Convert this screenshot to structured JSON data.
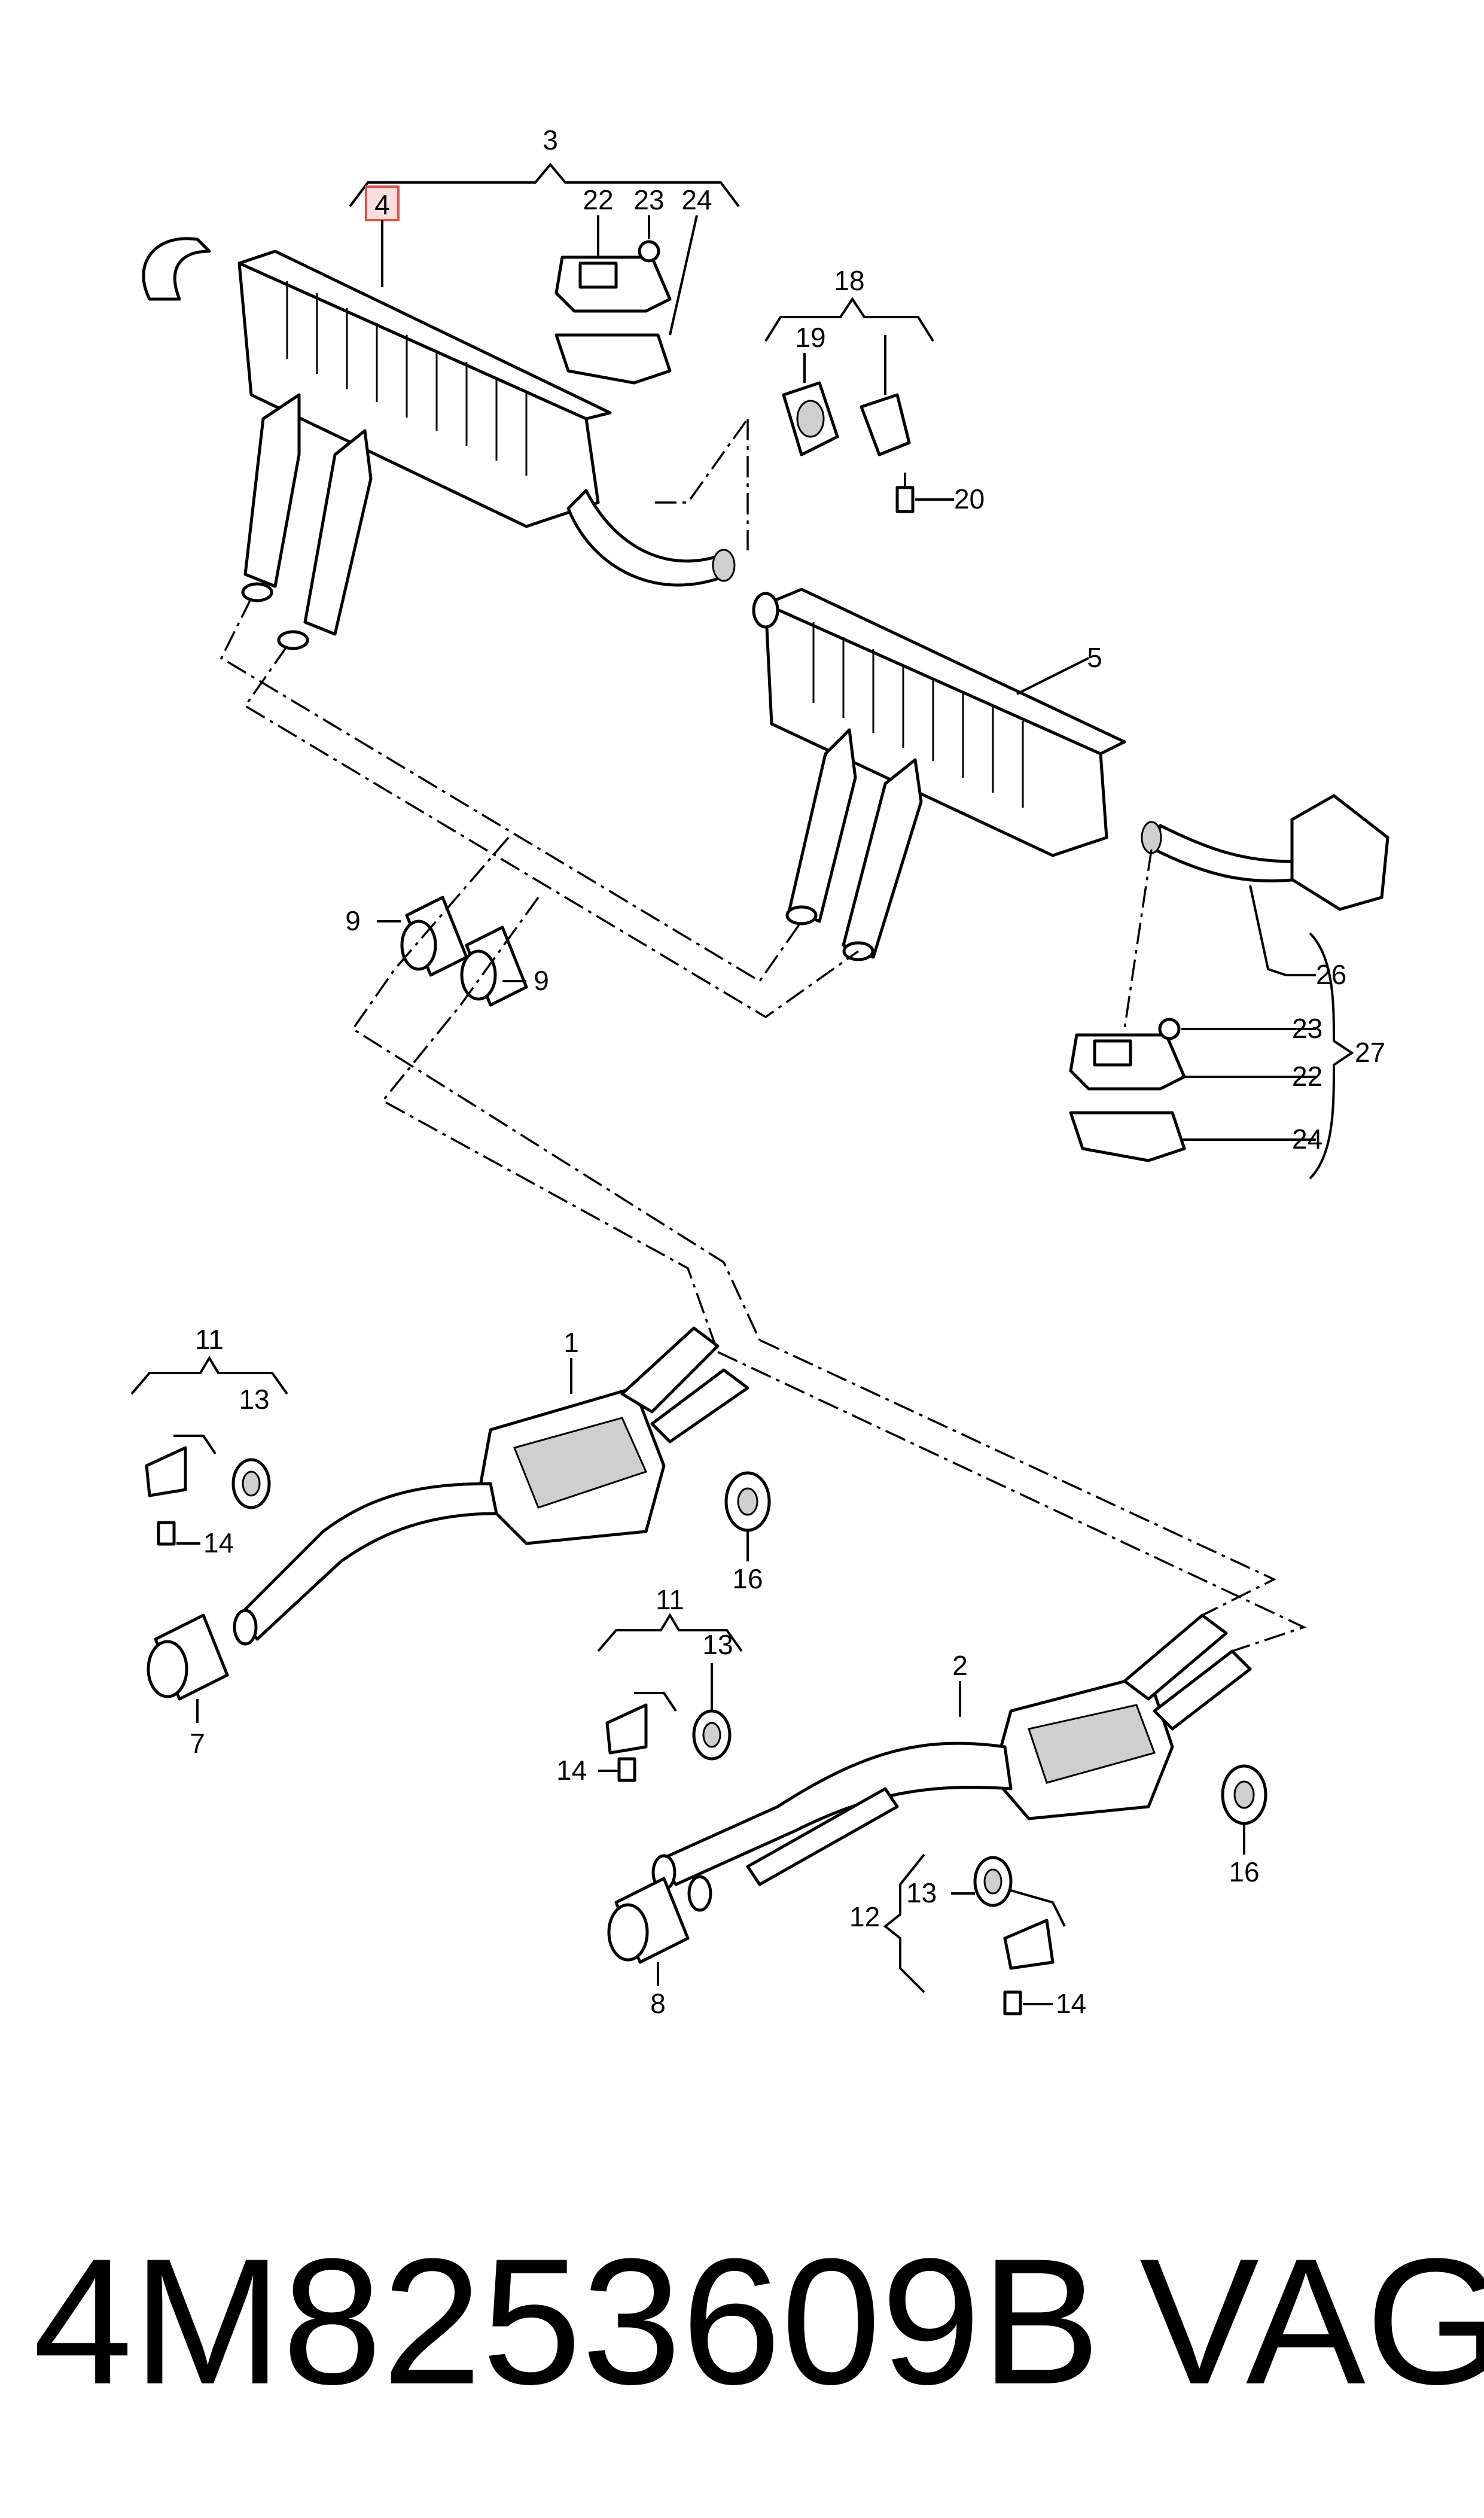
{
  "callouts": {
    "c1": "1",
    "c2": "2",
    "c3": "3",
    "c4": "4",
    "c5": "5",
    "c7": "7",
    "c8": "8",
    "c9a": "9",
    "c9b": "9",
    "c11a": "11",
    "c11b": "11",
    "c12": "12",
    "c13a": "13",
    "c13b": "13",
    "c13c": "13",
    "c14a": "14",
    "c14b": "14",
    "c14c": "14",
    "c16a": "16",
    "c16b": "16",
    "c18": "18",
    "c19": "19",
    "c20": "20",
    "c22a": "22",
    "c22b": "22",
    "c23a": "23",
    "c23b": "23",
    "c24a": "24",
    "c24b": "24",
    "c26": "26",
    "c27": "27"
  },
  "highlighted_callout": "4",
  "highlight_color": "#f9dede",
  "footer": {
    "part_number": "4M8253609B",
    "brand": "VAG"
  }
}
